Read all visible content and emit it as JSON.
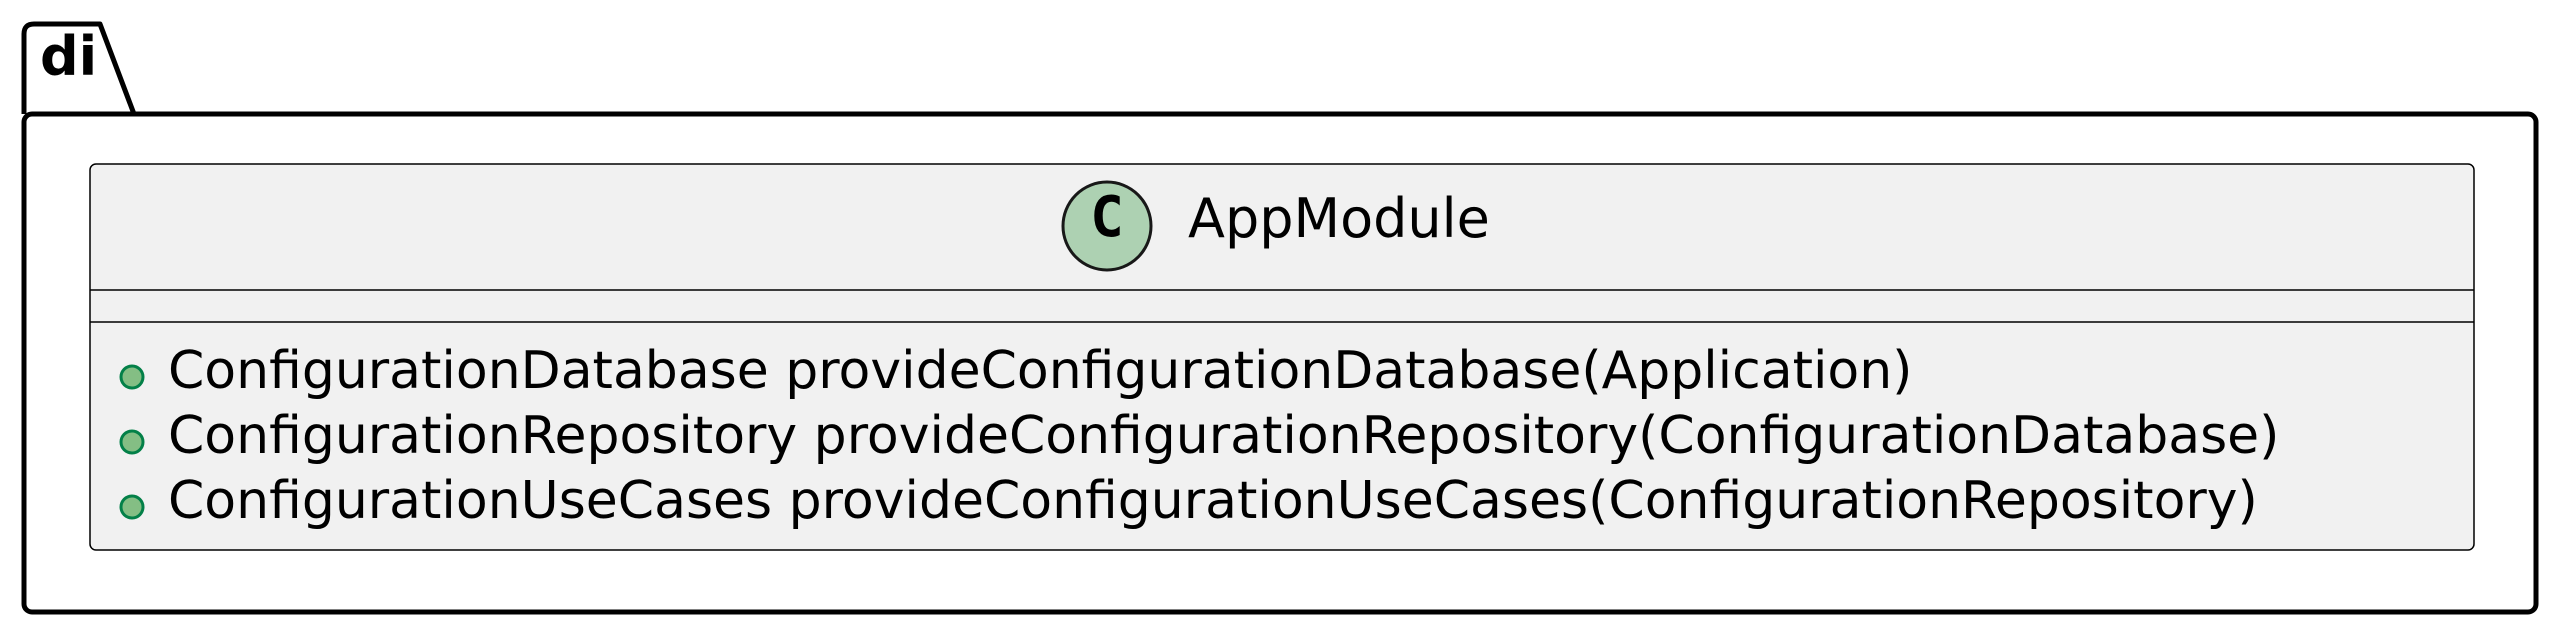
{
  "package": {
    "name": "di"
  },
  "class": {
    "name": "AppModule",
    "stereotype_letter": "C",
    "stereotype_icon": "class-circle-icon",
    "fields": [],
    "methods": [
      {
        "visibility": "public",
        "signature": "ConfigurationDatabase provideConfigurationDatabase(Application)"
      },
      {
        "visibility": "public",
        "signature": "ConfigurationRepository provideConfigurationRepository(ConfigurationDatabase)"
      },
      {
        "visibility": "public",
        "signature": "ConfigurationUseCases provideConfigurationUseCases(ConfigurationRepository)"
      }
    ]
  },
  "colors": {
    "class_fill": "#F1F1F1",
    "stereotype_fill": "#ADD1B2",
    "public_marker_fill": "#84BE84",
    "public_marker_stroke": "#038048",
    "border": "#000000"
  }
}
